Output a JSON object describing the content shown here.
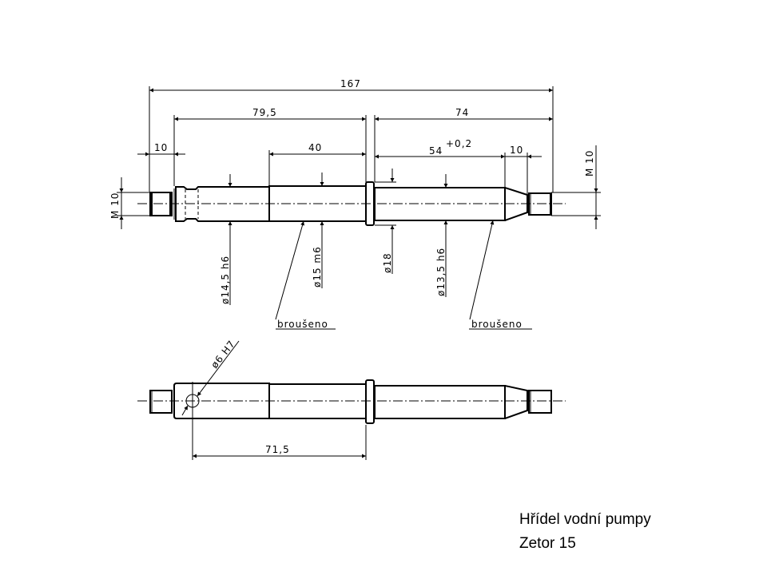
{
  "title": {
    "line1": "Hřídel vodní pumpy",
    "line2": "Zetor 15"
  },
  "top_view": {
    "dimensions": {
      "overall_length": "167",
      "left_section": "79,5",
      "right_section": "74",
      "left_thread_length": "10",
      "ground_seat_length": "40",
      "right_shaft_length": "54",
      "right_shaft_tolerance": "+0,2",
      "taper_length": "10"
    },
    "diameters": {
      "left_thread": "M 10",
      "right_thread": "M 10",
      "left_shaft": "ø14,5 h6",
      "ground_seat": "ø15 m6",
      "collar": "ø18",
      "right_shaft": "ø13,5 h6"
    },
    "notes": {
      "ground_left": "broušeno",
      "ground_right": "broušeno"
    }
  },
  "bottom_view": {
    "hole_diameter": "ø6 H7",
    "hole_position": "71,5"
  }
}
